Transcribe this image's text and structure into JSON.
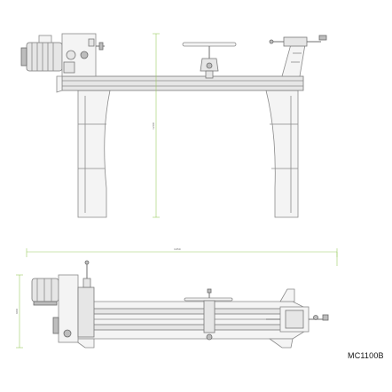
{
  "drawing": {
    "model": "MC1100B",
    "dimensions": {
      "front_height": "1200",
      "top_width": "1950",
      "top_depth": "600"
    },
    "colors": {
      "line": "#8a8a8a",
      "dimension": "#9ccc65",
      "text": "#111111"
    },
    "icons": [
      "motor-icon",
      "headstock-icon",
      "tool-rest-icon",
      "tailstock-icon",
      "handwheel-icon"
    ]
  }
}
